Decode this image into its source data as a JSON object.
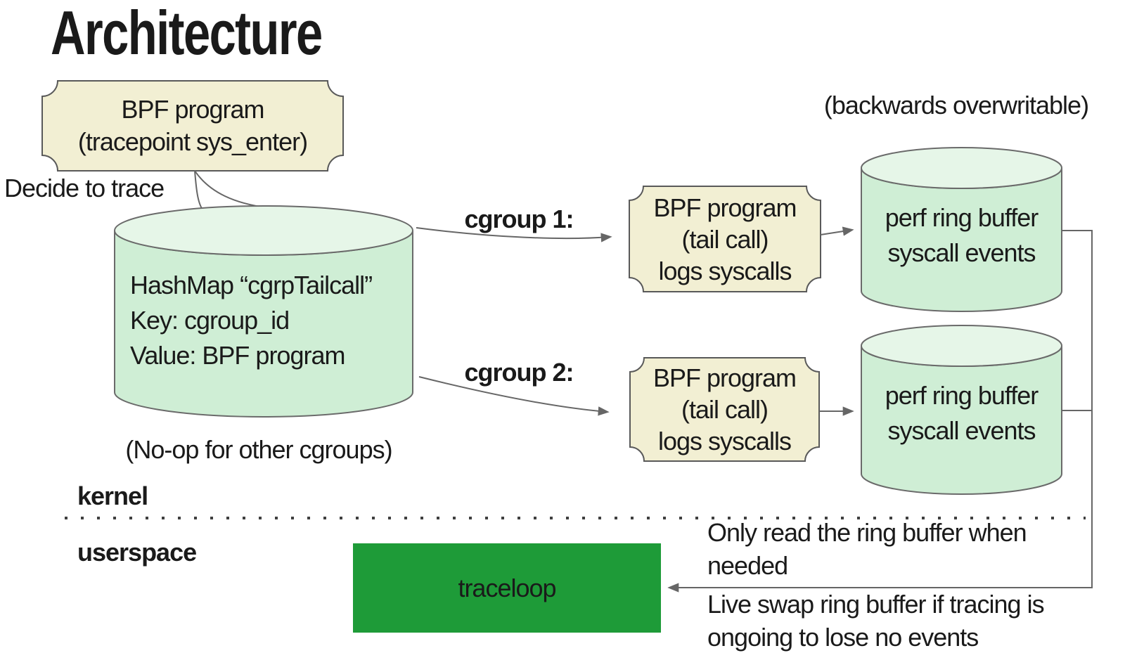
{
  "title": "Architecture",
  "colors": {
    "badge_fill": "#f2efd3",
    "cylinder_body": "#cfeed5",
    "cylinder_top": "#e6f6e8",
    "traceloop_green": "#1e9b38",
    "connector_gray": "#666666"
  },
  "kernel_section": {
    "label": "kernel",
    "tracepoint_badge": "BPF program\n(tracepoint sys_enter)",
    "decide_note": "Decide to trace",
    "hashmap_cylinder": "HashMap “cgrpTailcall”\nKey: cgroup_id\nValue: BPF program",
    "noop_note": "(No-op for other cgroups)",
    "cgroup1_edge": "cgroup 1:",
    "cgroup2_edge": "cgroup 2:",
    "tailcall_badge_1": "BPF program\n(tail call)\nlogs syscalls",
    "tailcall_badge_2": "BPF program\n(tail call)\nlogs syscalls",
    "perf_buffer_1": "perf ring buffer\nsyscall events",
    "perf_buffer_2": "perf ring buffer\nsyscall events",
    "backwards_note": "(backwards overwritable)"
  },
  "userspace_section": {
    "label": "userspace",
    "traceloop_box": "traceloop",
    "read_note": "Only read the ring buffer when\nneeded",
    "swap_note": "Live swap ring buffer if tracing is\nongoing to lose no events"
  }
}
